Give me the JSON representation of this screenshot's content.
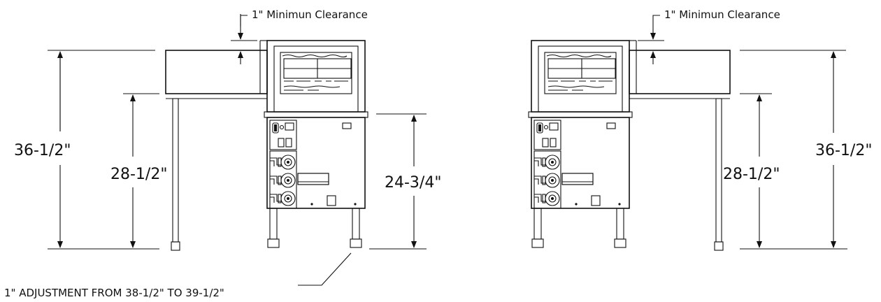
{
  "left_view": {
    "clearance_label": "1\" Minimun Clearance",
    "dim_overall": "36-1/2\"",
    "dim_table": "28-1/2\"",
    "dim_unit": "24-3/4\""
  },
  "right_view": {
    "clearance_label": "1\" Minimun Clearance",
    "dim_overall": "36-1/2\"",
    "dim_table": "28-1/2\""
  },
  "adjustment_note": "1\" ADJUSTMENT FROM 38-1/2\" TO 39-1/2\""
}
